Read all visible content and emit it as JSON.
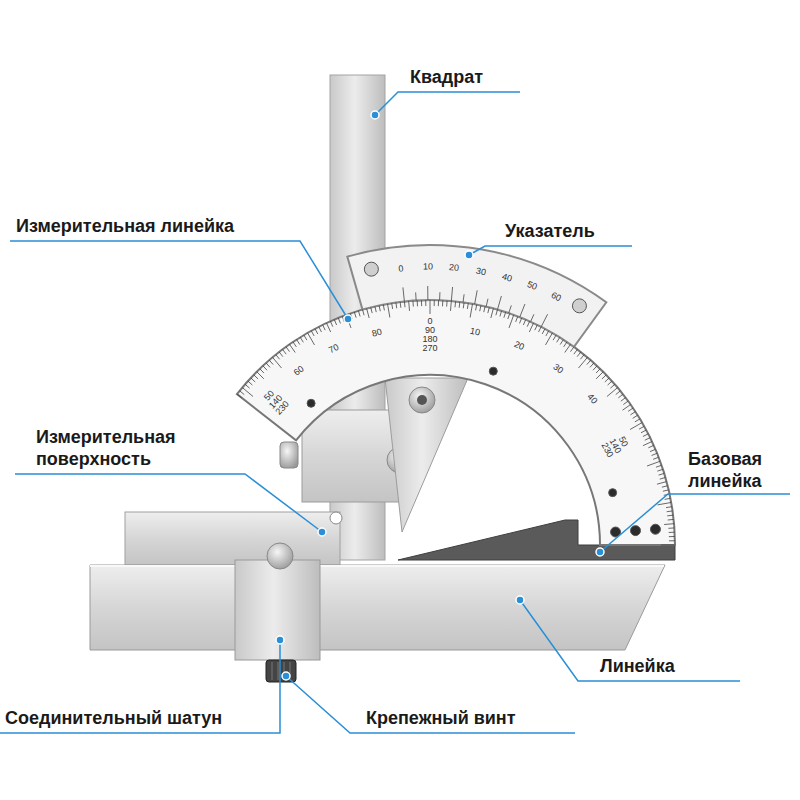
{
  "diagram": {
    "labels": [
      "Квадрат",
      "Измерительная линейка",
      "Указатель",
      "Измерительная поверхность",
      "Базовая линейка",
      "Линейка",
      "Соединительный шатун",
      "Крепежный винт",
      "0",
      "10",
      "20",
      "30",
      "40",
      "50",
      "60",
      "50 140 230",
      "60",
      "70",
      "80",
      "0 90 180 270",
      "10",
      "20",
      "30",
      "40",
      "50 140 230"
    ]
  }
}
